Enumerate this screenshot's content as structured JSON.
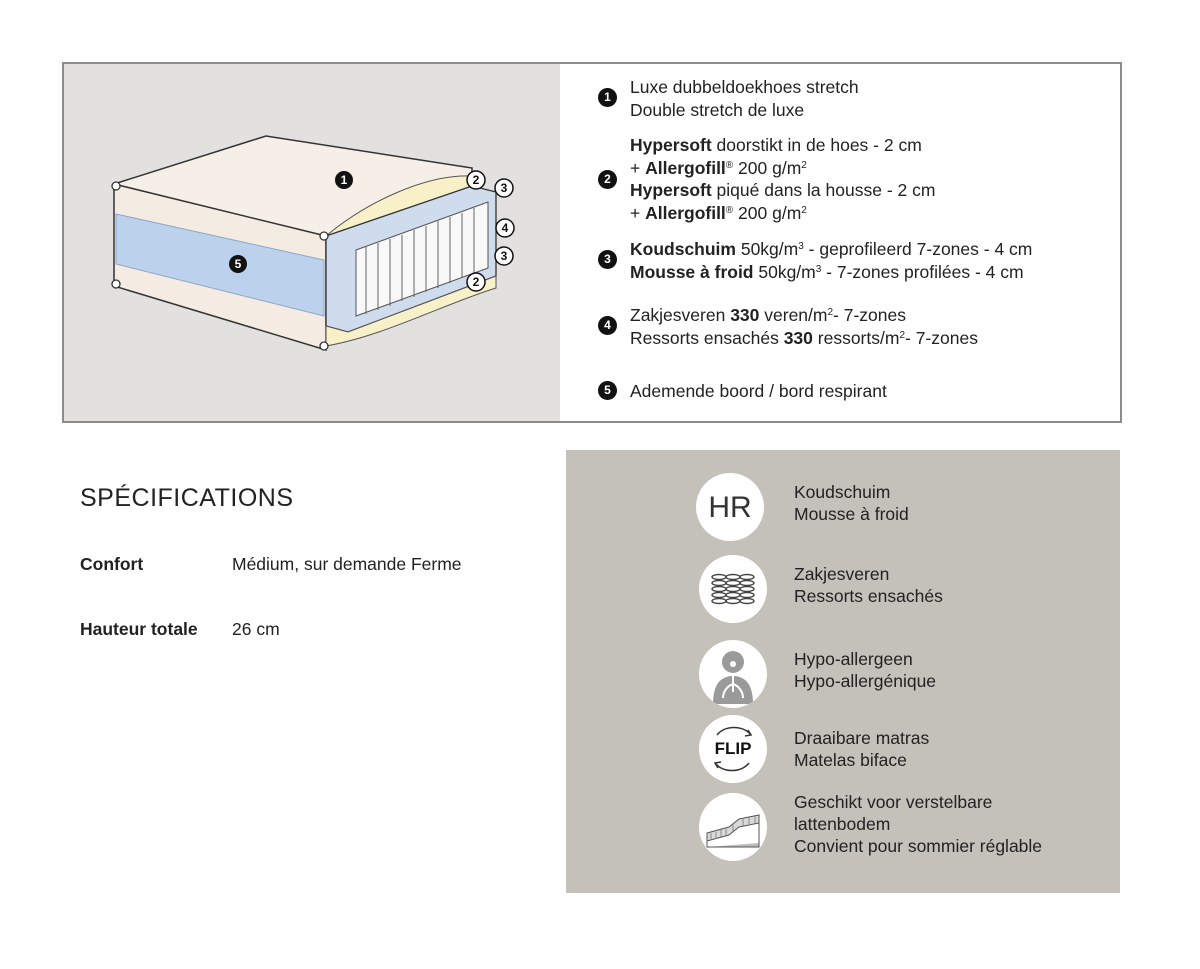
{
  "legend": {
    "items": [
      {
        "num": "1",
        "line1": "Luxe dubbeldoekhoes stretch",
        "line2": "Double stretch de luxe"
      },
      {
        "num": "2",
        "l1_bold": "Hypersoft",
        "l1_rest": " doorstikt in de hoes - 2 cm",
        "l2_pre": "+ ",
        "l2_bold": "Allergofill",
        "l2_reg": "®",
        "l2_rest": " 200 g/m",
        "l2_sup": "2",
        "l3_bold": "Hypersoft",
        "l3_rest": " piqué dans la housse - 2 cm",
        "l4_pre": "+ ",
        "l4_bold": "Allergofill",
        "l4_reg": "®",
        "l4_rest": " 200 g/m",
        "l4_sup": "2"
      },
      {
        "num": "3",
        "l1_bold": "Koudschuim",
        "l1_mid": " 50kg/m",
        "l1_sup": "3",
        "l1_rest": " - geprofileerd 7-zones - 4 cm",
        "l2_bold": "Mousse à froid",
        "l2_mid": " 50kg/m",
        "l2_sup": "3",
        "l2_rest": " - 7-zones profilées - 4 cm"
      },
      {
        "num": "4",
        "l1_pre": "Zakjesveren ",
        "l1_bold": "330",
        "l1_mid": " veren/m",
        "l1_sup": "2",
        "l1_rest": "- 7-zones",
        "l2_pre": "Ressorts ensachés ",
        "l2_bold": "330",
        "l2_mid": " ressorts/m",
        "l2_sup": "2",
        "l2_rest": "- 7-zones"
      },
      {
        "num": "5",
        "line1": "Ademende boord / bord respirant"
      }
    ]
  },
  "diagram": {
    "callouts": [
      "1",
      "2",
      "3",
      "4",
      "5"
    ]
  },
  "specifications": {
    "title": "SPÉCIFICATIONS",
    "rows": [
      {
        "label": "Confort",
        "value": "Médium, sur demande Ferme"
      },
      {
        "label": "Hauteur totale",
        "value": "26 cm"
      }
    ]
  },
  "features": [
    {
      "icon": "hr-foam-icon",
      "icon_text": "HR",
      "line1": "Koudschuim",
      "line2": "Mousse à froid"
    },
    {
      "icon": "pocket-springs-icon",
      "line1": "Zakjesveren",
      "line2": "Ressorts ensachés"
    },
    {
      "icon": "hypoallergenic-icon",
      "line1": "Hypo-allergeen",
      "line2": "Hypo-allergénique"
    },
    {
      "icon": "flip-icon",
      "icon_text": "FLIP",
      "line1": "Draaibare matras",
      "line2": "Matelas biface"
    },
    {
      "icon": "adjustable-base-icon",
      "line1": "Geschikt voor verstelbare",
      "line2": "lattenbodem",
      "line3": "Convient pour sommier réglable"
    }
  ],
  "colors": {
    "illustration_bg": "#e2e1e0",
    "features_bg": "#c4c1ba",
    "panel_border": "#8c8c8c",
    "breathable_band": "#bcd1ec"
  }
}
